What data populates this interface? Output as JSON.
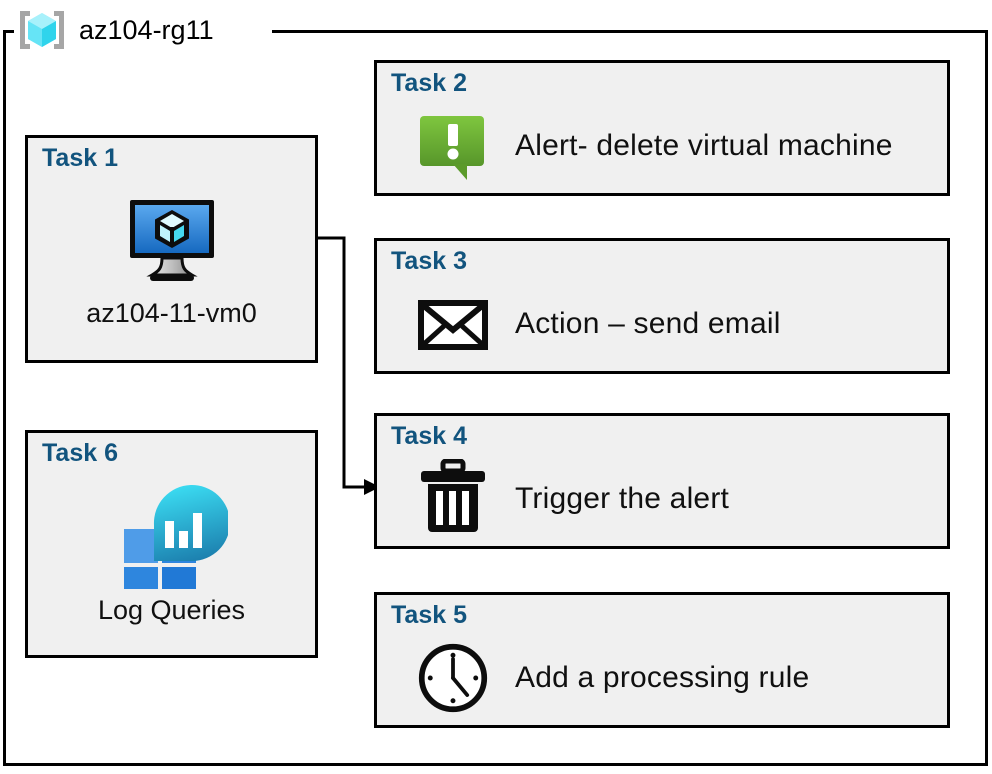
{
  "frame": {
    "title": "az104-rg11",
    "icon": "resource-group-cube-icon",
    "border_color": "#000000"
  },
  "colors": {
    "card_fill": "#f0f0f0",
    "card_border": "#000000",
    "task_title": "#12547E",
    "body_text": "#101010",
    "alert_green_light": "#7DC242",
    "alert_green_dark": "#5B9A2A",
    "vm_blue_light": "#4A9AE8",
    "vm_blue_dark": "#1B6EC2",
    "rg_cube_cyan": "#55E4F5",
    "rg_bracket_gray": "#A6A6A6",
    "log_tile_light": "#4F9CE8",
    "log_tile_dark": "#2E86DE",
    "log_drop_cyan": "#31D2EF",
    "log_drop_blue": "#1E7FB0"
  },
  "left_column": [
    {
      "title": "Task 1",
      "icon": "virtual-machine-icon",
      "caption": "az104-11-vm0"
    },
    {
      "title": "Task 6",
      "icon": "log-analytics-icon",
      "caption": "Log Queries"
    }
  ],
  "right_column": [
    {
      "title": "Task 2",
      "icon": "alert-bubble-icon",
      "label": "Alert- delete virtual machine"
    },
    {
      "title": "Task 3",
      "icon": "envelope-icon",
      "label": "Action – send email"
    },
    {
      "title": "Task 4",
      "icon": "trash-can-icon",
      "label": "Trigger the alert"
    },
    {
      "title": "Task 5",
      "icon": "clock-icon",
      "label": "Add a processing rule"
    }
  ],
  "connector": {
    "name": "vm-to-trigger-arrow",
    "from": "Task 1",
    "to": "Task 4",
    "has_arrowhead": true
  }
}
